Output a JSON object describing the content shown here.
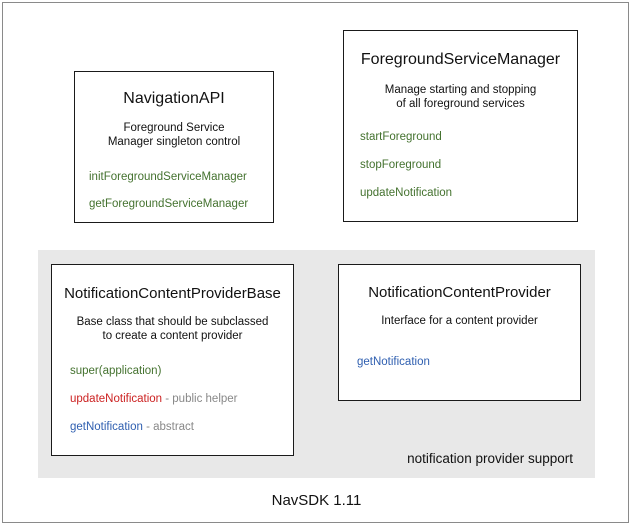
{
  "diagram": {
    "footer_caption": "NavSDK 1.11",
    "group_panel": {
      "label": "notification provider support",
      "background": "#e8e8e8"
    },
    "colors": {
      "green": "#44722f",
      "blue": "#2f5fb0",
      "red": "#cc2222",
      "note_gray": "#888888",
      "box_border": "#1a1a1a",
      "frame_border": "#8a8a8a",
      "text": "#111111"
    },
    "boxes": [
      {
        "id": "navigation-api",
        "title": "NavigationAPI",
        "description": "Foreground Service\nManager singleton control",
        "description_lines": [
          "Foreground Service",
          "Manager singleton control"
        ],
        "members": [
          {
            "name": "initForegroundServiceManager",
            "color": "green",
            "note": ""
          },
          {
            "name": "getForegroundServiceManager",
            "color": "green",
            "note": ""
          }
        ]
      },
      {
        "id": "foreground-service-manager",
        "title": "ForegroundServiceManager",
        "description": "Manage starting and stopping\nof all foreground services",
        "description_lines": [
          "Manage starting and stopping",
          "of all foreground services"
        ],
        "members": [
          {
            "name": "startForeground",
            "color": "green",
            "note": ""
          },
          {
            "name": "stopForeground",
            "color": "green",
            "note": ""
          },
          {
            "name": "updateNotification",
            "color": "green",
            "note": ""
          }
        ]
      },
      {
        "id": "notification-content-provider-base",
        "title": "NotificationContentProviderBase",
        "description": "Base class that should be subclassed\nto create a content provider",
        "description_lines": [
          "Base class that should be subclassed",
          "to create a content provider"
        ],
        "members": [
          {
            "name": "super(application)",
            "color": "green",
            "note": ""
          },
          {
            "name": "updateNotification",
            "color": "red",
            "note": " - public helper"
          },
          {
            "name": "getNotification",
            "color": "blue",
            "note": " - abstract"
          }
        ]
      },
      {
        "id": "notification-content-provider",
        "title": "NotificationContentProvider",
        "description": "Interface for a content provider",
        "description_lines": [
          "Interface for a content provider"
        ],
        "members": [
          {
            "name": "getNotification",
            "color": "blue",
            "note": ""
          }
        ]
      }
    ]
  }
}
